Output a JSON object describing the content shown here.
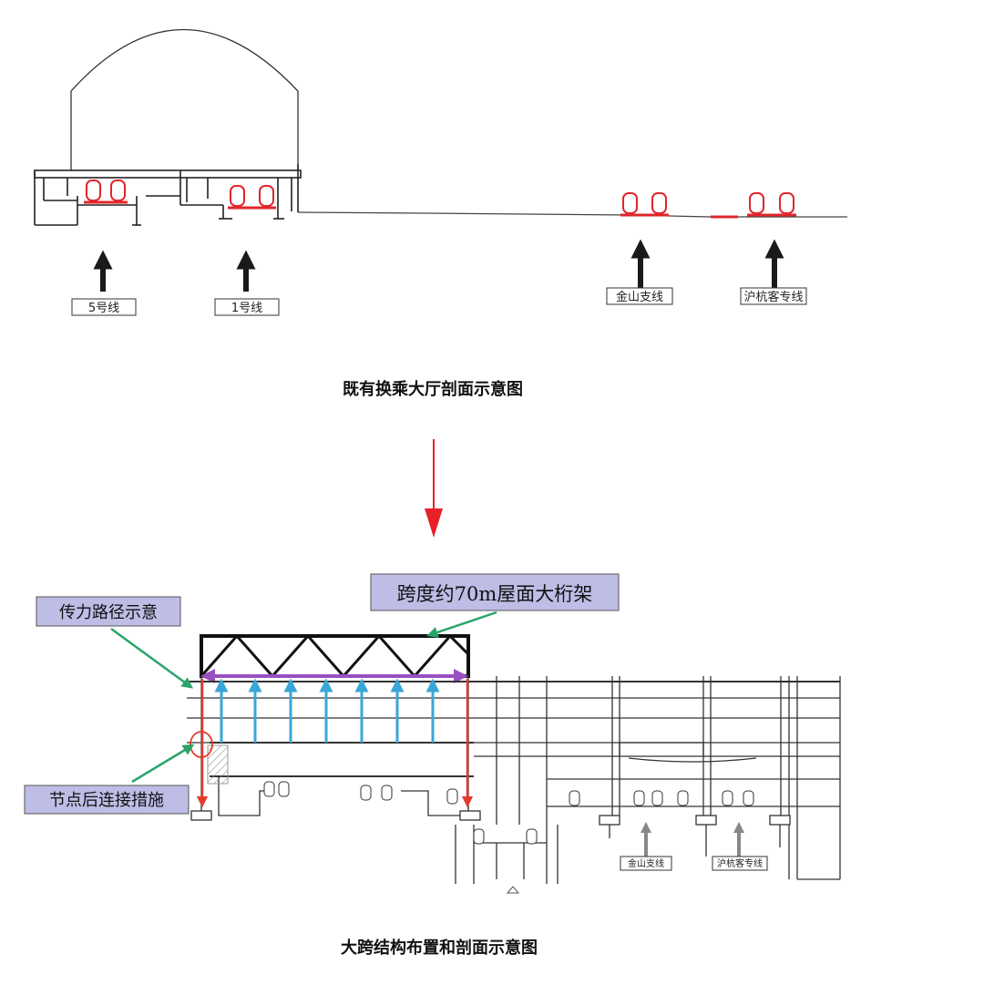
{
  "top_section": {
    "line_labels": {
      "line5": "5号线",
      "line1": "1号线",
      "jinshan": "金山支线",
      "huhang": "沪杭客专线"
    },
    "caption": "既有换乘大厅剖面示意图"
  },
  "bottom_section": {
    "callouts": {
      "truss": "跨度约70m屋面大桁架",
      "load_path": "传力路径示意",
      "node_measure": "节点后连接措施"
    },
    "line_labels": {
      "jinshan": "金山支线",
      "huhang": "沪杭客专线"
    },
    "caption": "大跨结构布置和剖面示意图"
  },
  "colors": {
    "callout_fill": "#bdbde6",
    "transition_arrow": "#e8202a",
    "load_arrow_red": "#e23b2e",
    "load_arrow_blue": "#3aa6d8",
    "purple_beam": "#9a4fc0",
    "green_pointer": "#2aa46a",
    "train_red": "#e0262c"
  }
}
